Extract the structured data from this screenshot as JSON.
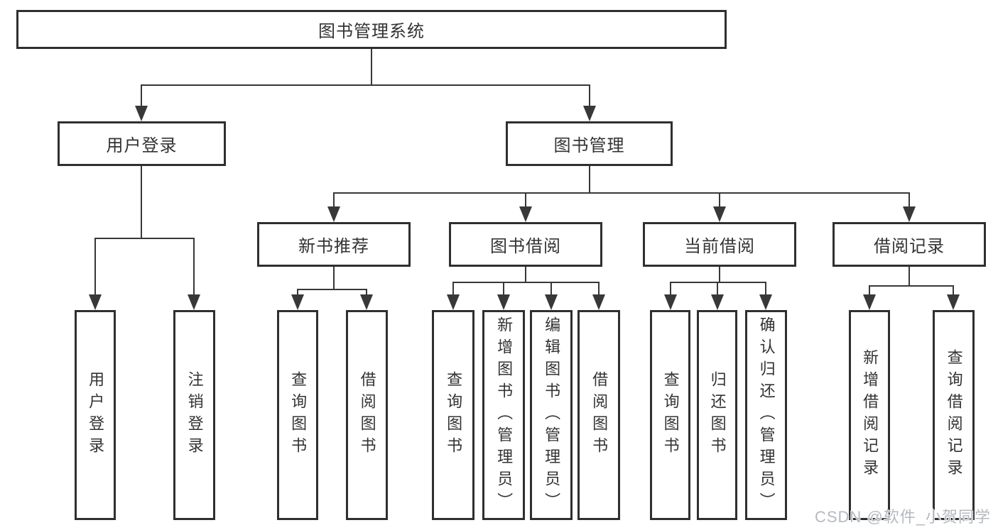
{
  "diagram": {
    "root": {
      "label": "图书管理系统"
    },
    "level2": {
      "user_login": {
        "label": "用户登录"
      },
      "book_mgmt": {
        "label": "图书管理"
      }
    },
    "level3": {
      "new_book_rec": {
        "label": "新书推荐"
      },
      "book_borrow": {
        "label": "图书借阅"
      },
      "current_borrow": {
        "label": "当前借阅"
      },
      "borrow_records": {
        "label": "借阅记录"
      }
    },
    "leaves": {
      "user_login": [
        "用户登录",
        "注销登录"
      ],
      "new_book_rec": [
        "查询图书",
        "借阅图书"
      ],
      "book_borrow": [
        "查询图书",
        "新增图书（管理员）",
        "编辑图书（管理员）",
        "借阅图书"
      ],
      "current_borrow": [
        "查询图书",
        "归还图书",
        "确认归还（管理员）"
      ],
      "borrow_records": [
        "新增借阅记录",
        "查询借阅记录"
      ]
    }
  },
  "watermark": "CSDN @软件_小贺同学",
  "colors": {
    "line": "#383838",
    "box_border": "#2f2f2f",
    "text": "#333333",
    "watermark": "#b5b9bf",
    "background": "#ffffff"
  }
}
